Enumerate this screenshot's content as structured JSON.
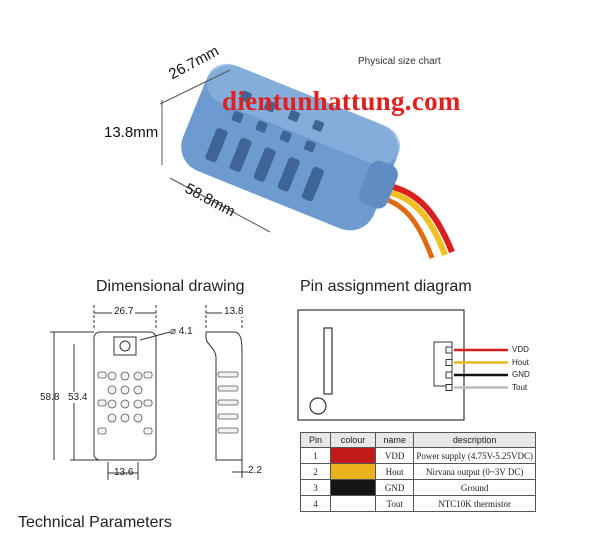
{
  "photo": {
    "title": "Physical size chart",
    "dim_width": "26.7mm",
    "dim_height": "13.8mm",
    "dim_length": "58.8mm",
    "watermark": "dientunhattung.com"
  },
  "dimensional": {
    "title": "Dimensional drawing",
    "width": "26.7",
    "hole": "⌀ 4.1",
    "thickness": "13.8",
    "height_total": "58.8",
    "height_body": "53.4",
    "bottom_width": "13.6",
    "lead": "2.2"
  },
  "pin_diagram": {
    "title": "Pin assignment diagram",
    "wire_labels": [
      "VDD",
      "Hout",
      "GND",
      "Tout"
    ],
    "wire_colors": [
      "#d31c1c",
      "#e8b820",
      "#111111",
      "#bbbbbb"
    ]
  },
  "pin_table": {
    "headers": [
      "Pin",
      "colour",
      "name",
      "description"
    ],
    "rows": [
      {
        "pin": "1",
        "colour": "#c21a1a",
        "name": "VDD",
        "description": "Power supply (4.75V-5.25VDC)"
      },
      {
        "pin": "2",
        "colour": "#eab21e",
        "name": "Hout",
        "description": "Nirvana output (0~3V DC)"
      },
      {
        "pin": "3",
        "colour": "#151515",
        "name": "GND",
        "description": "Ground"
      },
      {
        "pin": "4",
        "colour": "#ffffff",
        "name": "Tout",
        "description": "NTC10K thermistor"
      }
    ]
  },
  "footer": {
    "title": "Technical Parameters"
  }
}
